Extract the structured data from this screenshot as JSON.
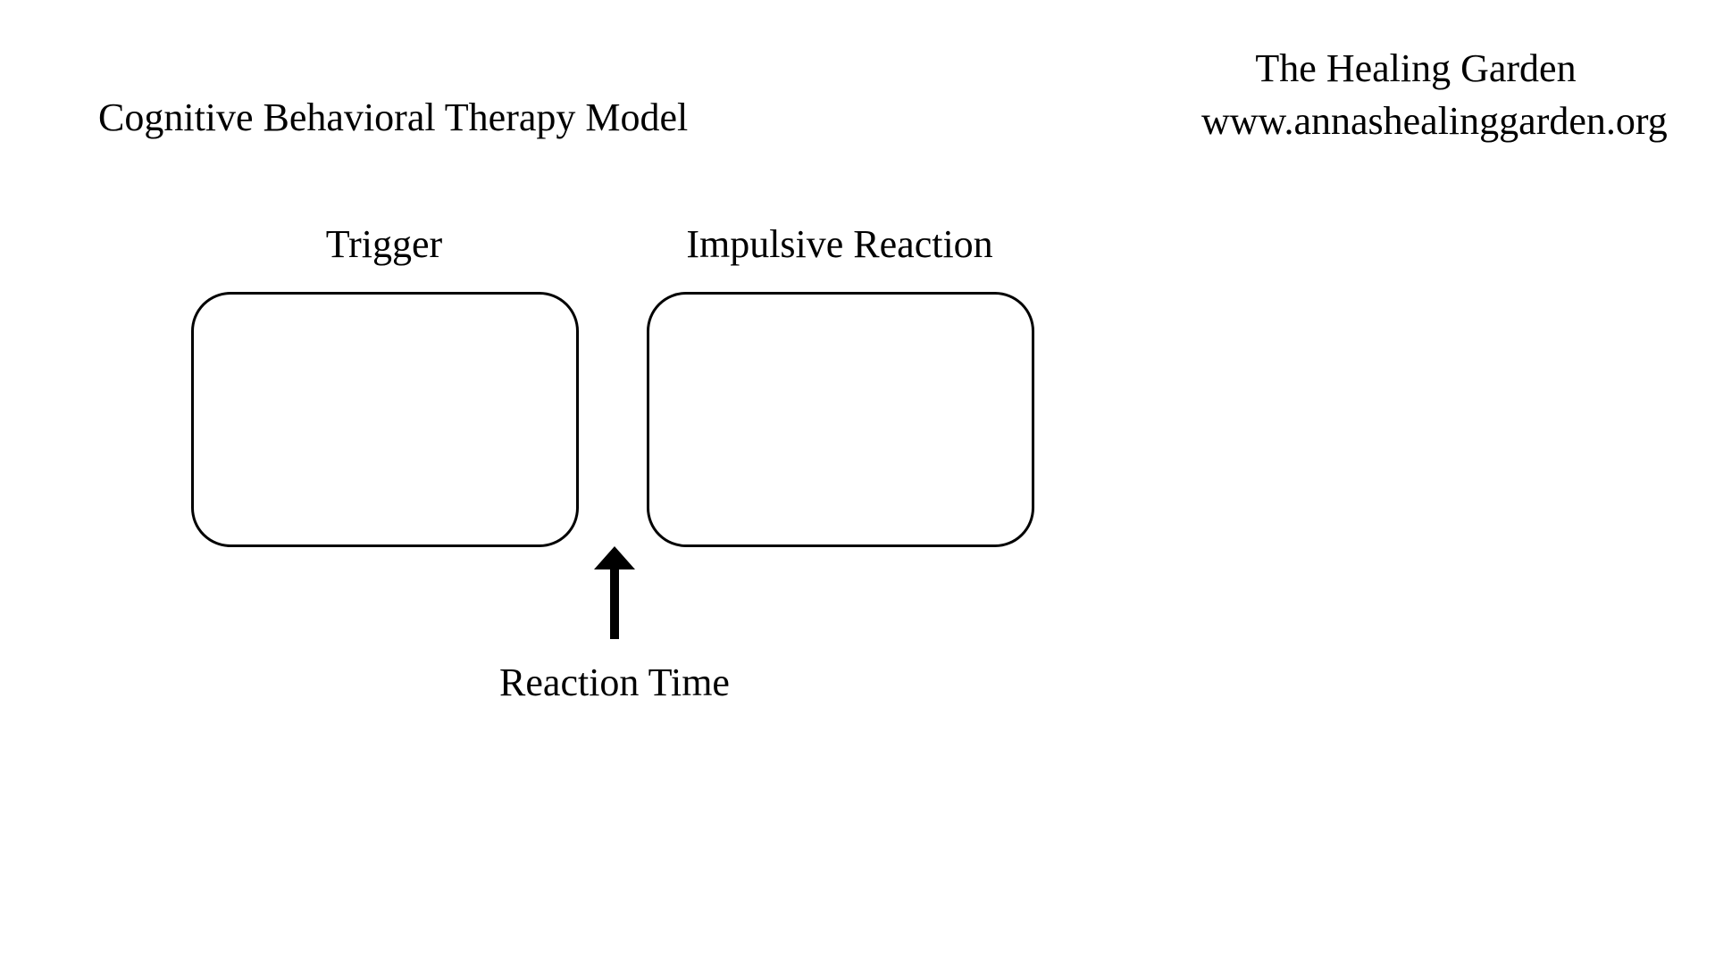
{
  "header": {
    "title": "Cognitive Behavioral Therapy Model",
    "org_name": "The Healing Garden",
    "org_url": "www.annashealinggarden.org"
  },
  "diagram": {
    "boxes": [
      {
        "label": "Trigger"
      },
      {
        "label": "Impulsive Reaction"
      }
    ],
    "gap_label": "Reaction Time",
    "arrow_icon": "arrow-up-icon"
  },
  "colors": {
    "foreground": "#000000",
    "background": "#ffffff"
  }
}
